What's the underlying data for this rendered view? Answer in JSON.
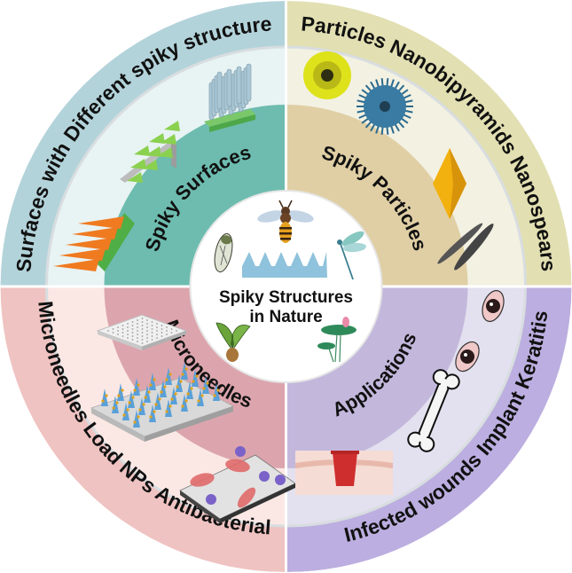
{
  "figure": {
    "title_line1": "Spiky Structures",
    "title_line2": "in Nature"
  },
  "quadrants": [
    {
      "id": "surfaces",
      "position": "top-left",
      "inner_label": "Spiky Surfaces",
      "outer_label": "Surfaces with Different spiky structure",
      "colors": {
        "outer": "#b3d3da",
        "middle": "#e8f3f4",
        "inner": "#6dbcaf"
      },
      "illustrations": [
        "nanopillar-array",
        "cone-array",
        "triangular-spike-array"
      ]
    },
    {
      "id": "particles",
      "position": "top-right",
      "inner_label": "Spiky Particles",
      "outer_label": "Particles Nanobipyramids Nanospears",
      "colors": {
        "outer": "#e2dfb2",
        "middle": "#f3f1e2",
        "inner": "#e0cfa5"
      },
      "illustrations": [
        "yellow-spiky-particle",
        "blue-spiky-particle",
        "gold-nanobipyramid",
        "gray-nanospears"
      ]
    },
    {
      "id": "microneedles",
      "position": "bottom-left",
      "inner_label": "Microneedles",
      "outer_label": "Microneedles Load NPs Antibacterial",
      "colors": {
        "outer": "#efc3c1",
        "middle": "#fbe8e4",
        "inner": "#dca5ad"
      },
      "illustrations": [
        "microneedle-patch",
        "np-loaded-microneedles",
        "antibacterial-microneedles"
      ]
    },
    {
      "id": "applications",
      "position": "bottom-right",
      "inner_label": "Applications",
      "outer_label": "Infected wounds Implant Keratitis",
      "colors": {
        "outer": "#bcaee0",
        "middle": "#e3e0ef",
        "inner": "#c3b8dc"
      },
      "illustrations": [
        "infected-eye",
        "infected-eye",
        "bone-implant",
        "infected-wound"
      ]
    }
  ],
  "center": {
    "background": "#ffffff",
    "spike_color": "#8fc2dc",
    "organisms": [
      "bee",
      "cicada",
      "dragonfly",
      "taro-plant",
      "lotus"
    ]
  }
}
